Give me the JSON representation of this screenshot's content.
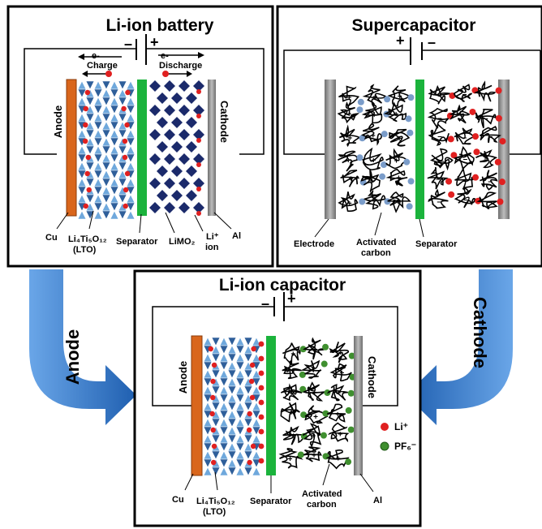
{
  "colors": {
    "copper": "#d9661c",
    "separator": "#1bb33c",
    "collector": "#9a9a9a",
    "lto_light": "#6fa8dc",
    "lto_dark": "#2f5f9a",
    "limo2": "#1b2a6b",
    "li_ion": "#e02020",
    "anion": "#7a9cc9",
    "pf6": "#3f8f2f",
    "arrow": "#2e6fc0",
    "frame": "#000000"
  },
  "panels": {
    "battery": {
      "title": "Li-ion battery",
      "minus": "–",
      "plus": "+",
      "charge_electron": "e-",
      "charge_label": "Charge",
      "discharge_electron": "e-",
      "discharge_label": "Discharge",
      "anode_label": "Anode",
      "cathode_label": "Cathode",
      "cu_label": "Cu",
      "lto_formula": "Li₄Ti₅O₁₂",
      "lto_abbrev": "(LTO)",
      "separator_label": "Separator",
      "limo2_label": "LiMO₂",
      "li_ion_label_top": "Li⁺",
      "li_ion_label_bottom": "ion",
      "al_label": "Al"
    },
    "supercap": {
      "title": "Supercapacitor",
      "plus": "+",
      "minus": "–",
      "electrode_label": "Electrode",
      "activated_label_top": "Activated",
      "activated_label_bottom": "carbon",
      "separator_label": "Separator"
    },
    "lic": {
      "title": "Li-ion capacitor",
      "minus": "–",
      "plus": "+",
      "anode_label": "Anode",
      "cathode_label": "Cathode",
      "cu_label": "Cu",
      "lto_formula": "Li₄Ti₅O₁₂",
      "lto_abbrev": "(LTO)",
      "separator_label": "Separator",
      "activated_label_top": "Activated",
      "activated_label_bottom": "carbon",
      "al_label": "Al"
    }
  },
  "arrows": {
    "left_label": "Anode",
    "right_label": "Cathode"
  },
  "legend": {
    "li_label": "Li⁺",
    "pf6_label": "PF₆⁻"
  }
}
